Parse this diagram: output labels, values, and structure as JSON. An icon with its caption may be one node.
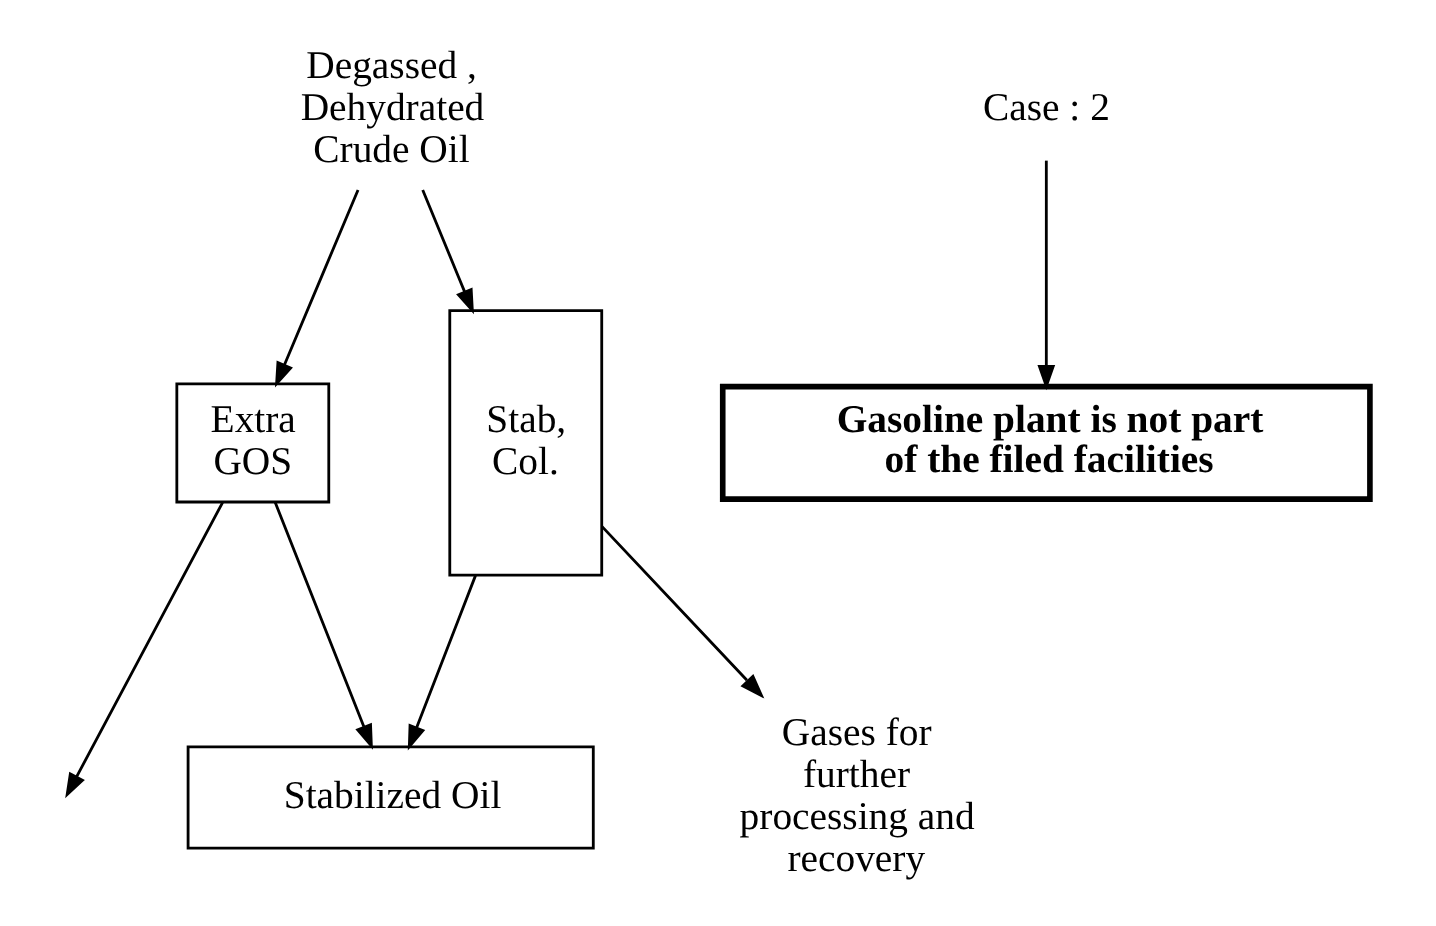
{
  "diagram": {
    "nodes": [
      {
        "text": [
          "Degassed , Dehydrated Crude Oil"
        ]
      },
      {
        "text": [
          "Case : 2"
        ]
      },
      {
        "text": [
          "Gasoline plant is not part of the filed facilities"
        ]
      },
      {
        "text": [
          "Extra GOS"
        ]
      },
      {
        "text": [
          "Stab, Col."
        ]
      },
      {
        "text": [
          "Gases for further processing and recovery"
        ]
      },
      {
        "text": [
          "Stabilized Oil"
        ]
      }
    ],
    "edges": [
      {
        "from": 0,
        "to": 3,
        "arrow": "to"
      },
      {
        "from": 0,
        "to": 4,
        "arrow": "to"
      },
      {
        "from": 1,
        "to": 2,
        "arrow": "to"
      },
      {
        "from": 3,
        "to": null,
        "arrow": "to"
      },
      {
        "from": 4,
        "to": 5,
        "arrow": "to"
      },
      {
        "from": 3,
        "to": 6,
        "arrow": "to"
      },
      {
        "from": 4,
        "to": 6,
        "arrow": "to"
      }
    ]
  }
}
